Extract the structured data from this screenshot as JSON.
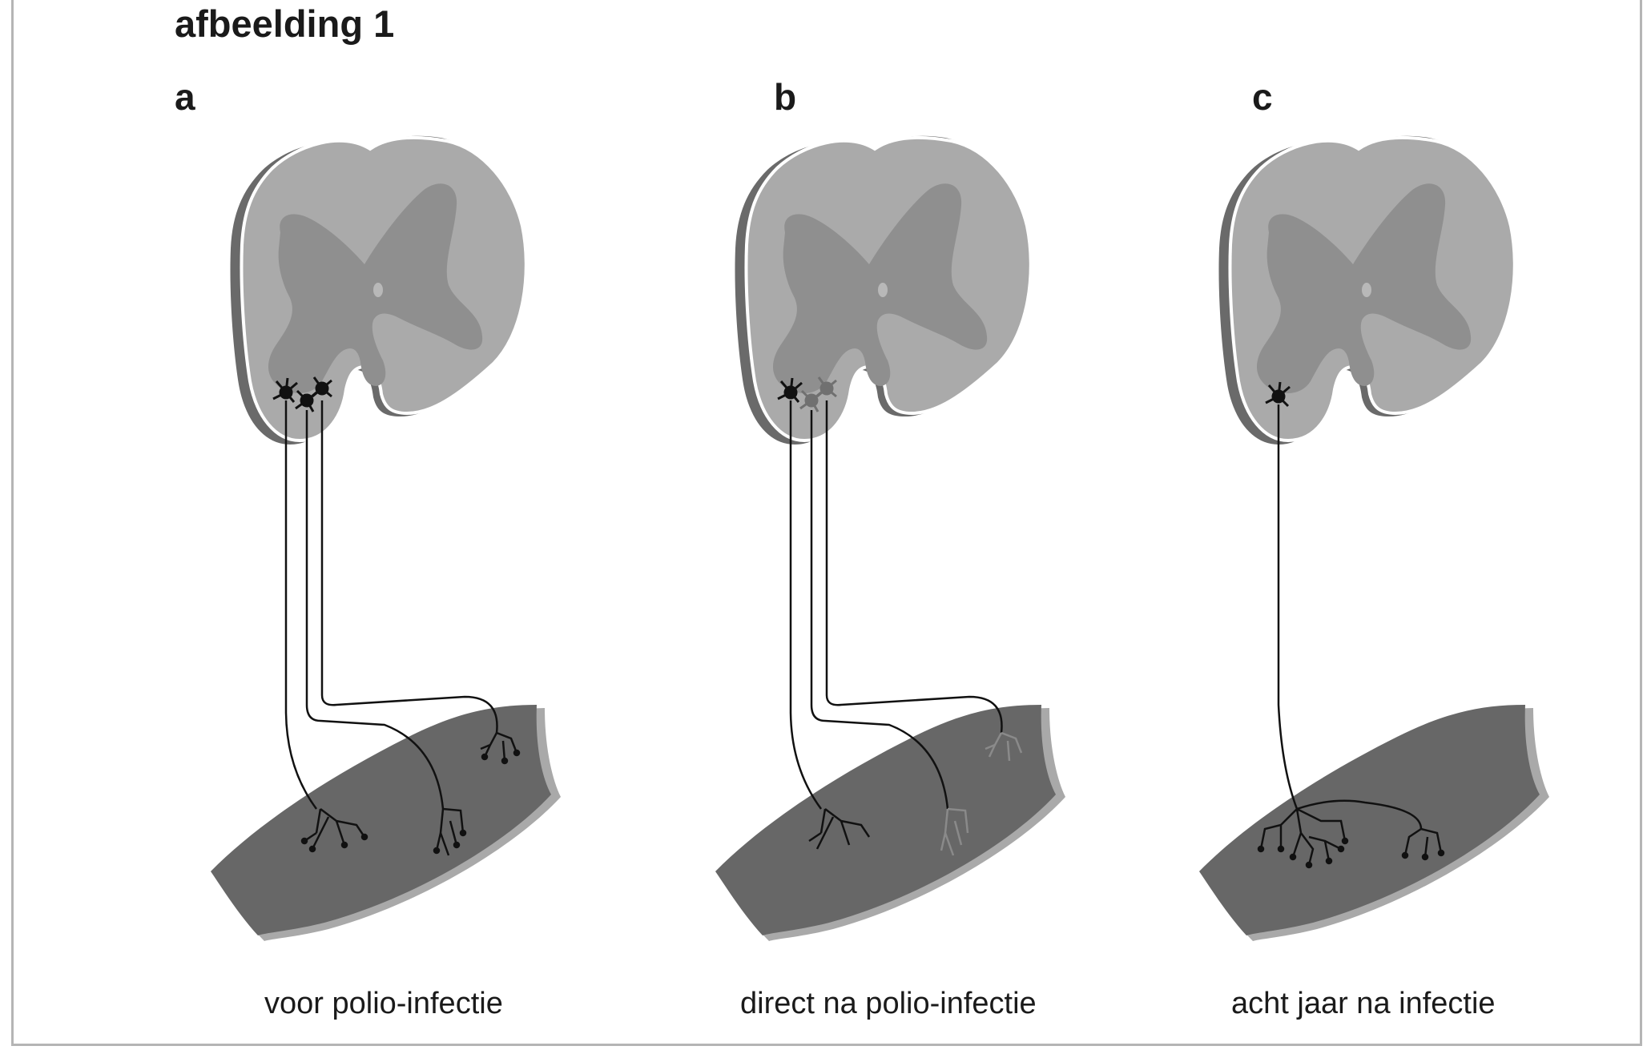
{
  "figure": {
    "title": "afbeelding 1"
  },
  "panels": [
    {
      "letter": "a",
      "caption": "voor polio-infectie"
    },
    {
      "letter": "b",
      "caption": "direct na polio-infectie"
    },
    {
      "letter": "c",
      "caption": "acht jaar na infectie"
    }
  ],
  "colors": {
    "white_matter": "#aaaaaa",
    "white_matter_shadow": "#6a6a6a",
    "grey_matter": "#8f8f8f",
    "muscle": "#676767",
    "muscle_shadow": "#a9a9a9",
    "neuron_active": "#111111",
    "neuron_damaged": "#707070",
    "frame_border": "#b5b5b5"
  }
}
